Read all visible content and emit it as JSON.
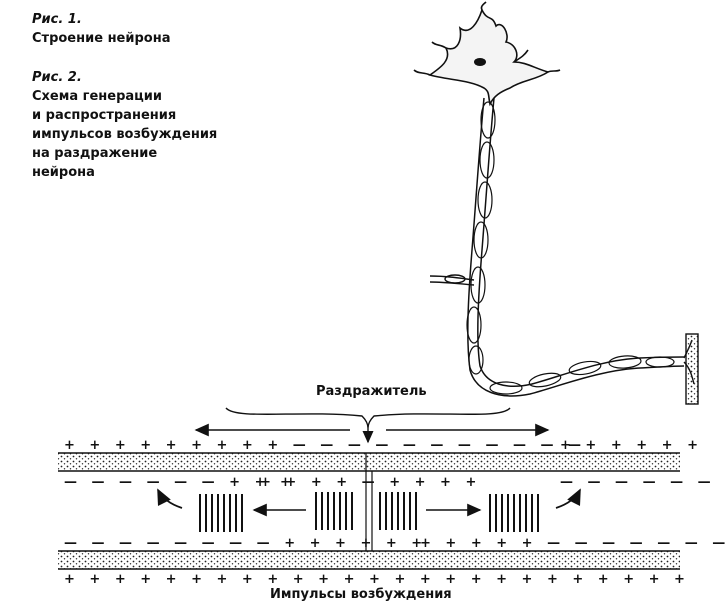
{
  "captions": {
    "fig1": {
      "label": "Рис. 1.",
      "title": "Строение нейрона"
    },
    "fig2": {
      "label": "Рис. 2.",
      "lines": [
        "Схема генерации",
        "и распространения",
        "импульсов возбуждения",
        "на раздражение",
        "нейрона"
      ]
    }
  },
  "diagram": {
    "stimulus": "Раздражитель",
    "impulses": "Импульсы возбуждения"
  }
}
